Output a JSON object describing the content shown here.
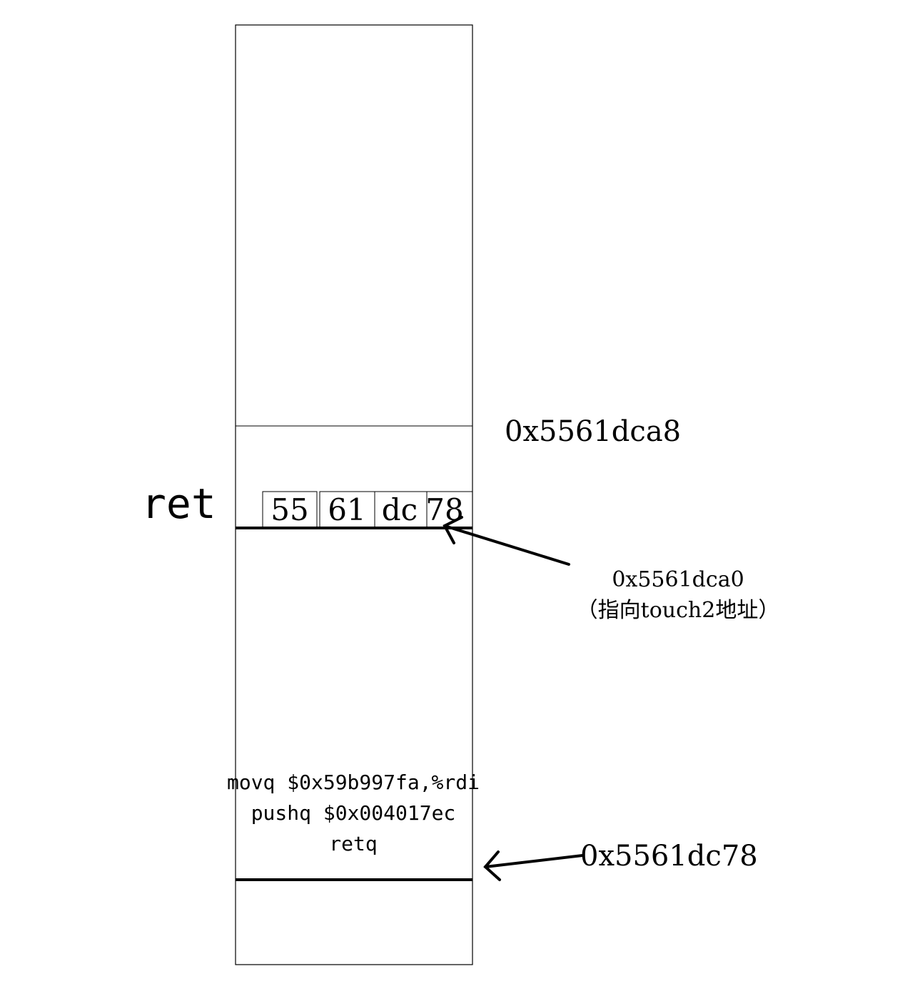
{
  "colors": {
    "stroke": "#000000",
    "background": "#ffffff"
  },
  "ret_label": "ret",
  "bytes": [
    "55",
    "61",
    "dc",
    "78"
  ],
  "address_top": "0x5561dca8",
  "pointer_address": "0x5561dca0",
  "pointer_note": "（指向touch2地址）",
  "code_lines": [
    "movq $0x59b997fa,%rdi",
    "pushq $0x004017ec",
    "retq"
  ],
  "address_bottom": "0x5561dc78"
}
